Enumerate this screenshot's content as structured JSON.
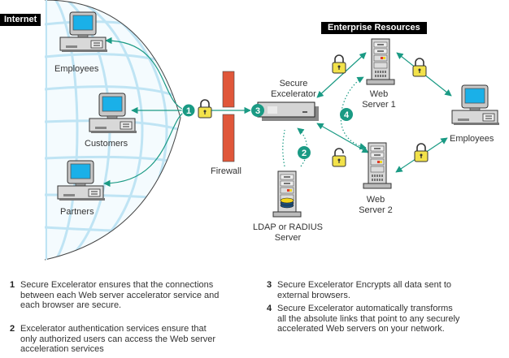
{
  "headers": {
    "internet": "Internet",
    "enterprise": "Enterprise Resources"
  },
  "nodes": {
    "employees_internet": "Employees",
    "customers": "Customers",
    "partners": "Partners",
    "firewall": "Firewall",
    "secure_excelerator": [
      "Secure",
      "Excelerator"
    ],
    "ldap_server": [
      "LDAP or RADIUS",
      "Server"
    ],
    "web_server_1": [
      "Web",
      "Server 1"
    ],
    "web_server_2": [
      "Web",
      "Server 2"
    ],
    "employees_enterprise": "Employees"
  },
  "badges": [
    "1",
    "2",
    "3",
    "4"
  ],
  "notes": [
    {
      "num": "1",
      "lines": [
        "Secure Excelerator ensures that the connections",
        "between each Web server accelerator service and",
        "each browser are secure."
      ]
    },
    {
      "num": "2",
      "lines": [
        "Excelerator authentication services ensure that",
        "only authorized users can access the Web server",
        "acceleration services"
      ]
    },
    {
      "num": "3",
      "lines": [
        "Secure Excelerator Encrypts all data sent to",
        "external browsers."
      ]
    },
    {
      "num": "4",
      "lines": [
        "Secure Excelerator automatically transforms",
        "all the absolute links that point to any securely",
        "accelerated Web servers on your network."
      ]
    }
  ],
  "colors": {
    "accent": "#1a9a84",
    "firewall": "#e0573a",
    "lock": "#f2e24a",
    "screen": "#1ab0e8",
    "globe_grid": "#bfe4f4"
  }
}
